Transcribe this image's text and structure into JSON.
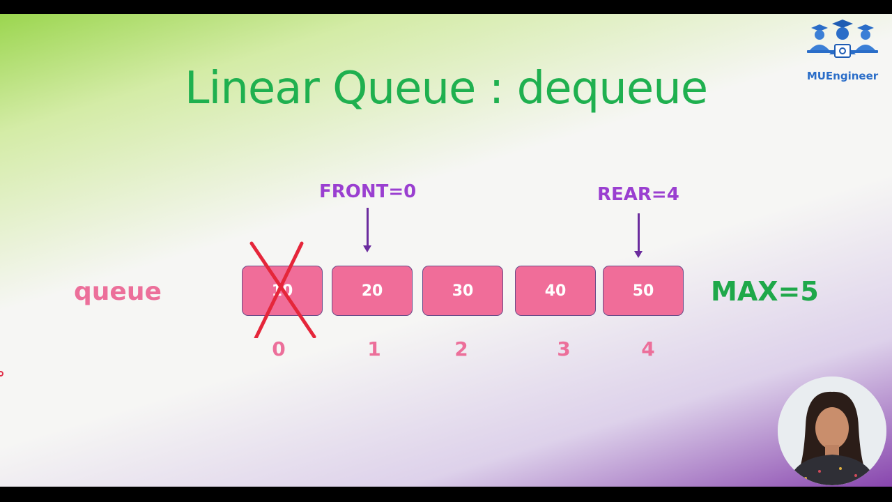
{
  "title": "Linear Queue : dequeue",
  "logo": {
    "text": "MUEngineer"
  },
  "queue_label": "queue",
  "max_label": "MAX=5",
  "front_label": "FRONT=0",
  "rear_label": "REAR=4",
  "cells": [
    "10",
    "20",
    "30",
    "40",
    "50"
  ],
  "indices": [
    "0",
    "1",
    "2",
    "3",
    "4"
  ],
  "colors": {
    "title": "#1fb04f",
    "cell": "#f06d99",
    "pointer": "#9a3fd0",
    "cross": "#e5263a"
  }
}
